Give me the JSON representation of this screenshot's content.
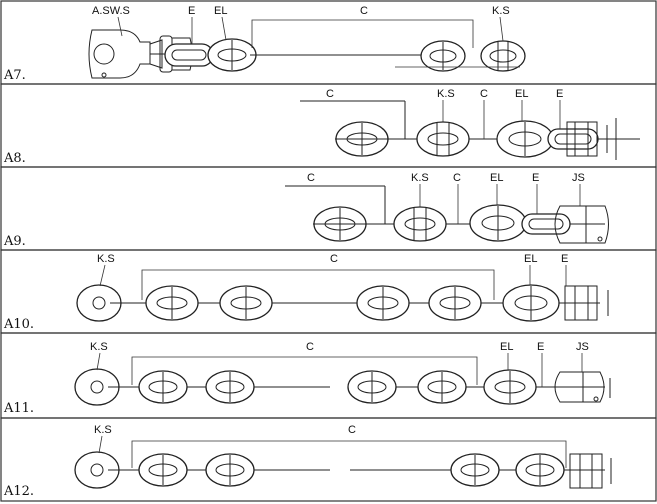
{
  "rows": [
    {
      "label": "A7.",
      "callouts": {
        "aswS": "A.SW.S",
        "e": "E",
        "el": "EL",
        "c": "C",
        "ks": "K.S"
      }
    },
    {
      "label": "A8.",
      "callouts": {
        "c1": "C",
        "ks": "K.S",
        "c2": "C",
        "el": "EL",
        "e": "E"
      }
    },
    {
      "label": "A9.",
      "callouts": {
        "c1": "C",
        "ks": "K.S",
        "c2": "C",
        "el": "EL",
        "e": "E",
        "js": "JS"
      }
    },
    {
      "label": "A10.",
      "callouts": {
        "ks": "K.S",
        "c": "C",
        "el": "EL",
        "e": "E"
      }
    },
    {
      "label": "A11.",
      "callouts": {
        "ks": "K.S",
        "c": "C",
        "el": "EL",
        "e": "E",
        "js": "JS"
      }
    },
    {
      "label": "A12.",
      "callouts": {
        "ks": "K.S",
        "c": "C"
      }
    }
  ]
}
